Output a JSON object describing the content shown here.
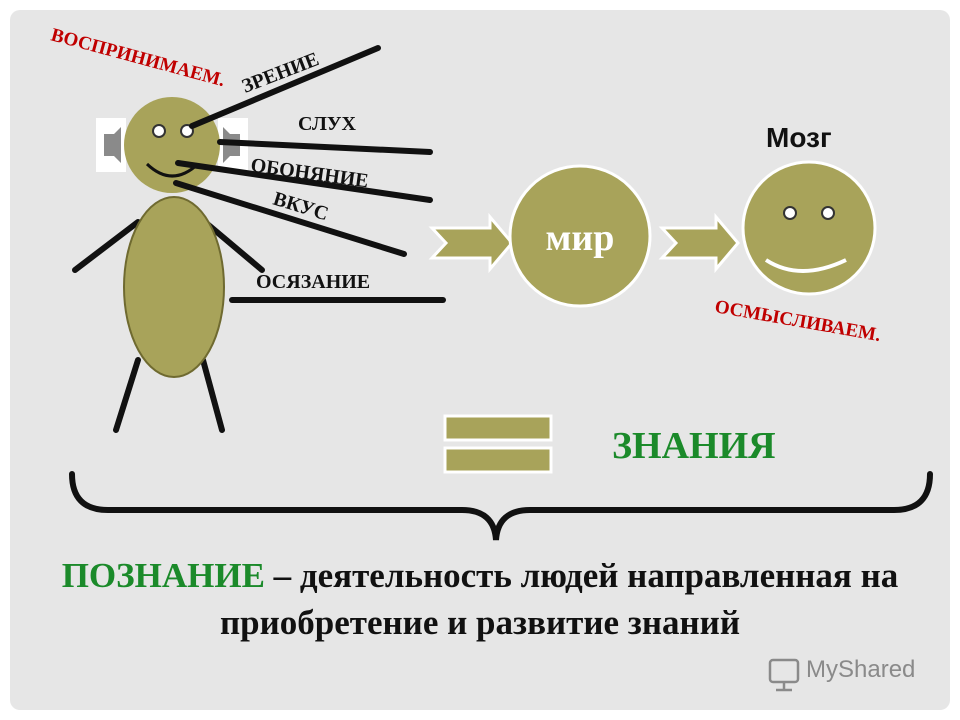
{
  "labels": {
    "perceive": "ВОСПРИНИМАЕМ.",
    "sight": "ЗРЕНИЕ",
    "hearing": "СЛУХ",
    "smell": "ОБОНЯНИЕ",
    "taste": "ВКУС",
    "touch": "ОСЯЗАНИЕ",
    "world": "мир",
    "brain": "Мозг",
    "comprehend": "ОСМЫСЛИВАЕМ.",
    "knowledge": "ЗНАНИЯ"
  },
  "definition": {
    "term": "ПОЗНАНИЕ",
    "text": " – деятельность людей направленная на приобретение и развитие знаний"
  },
  "watermark": "MyShared",
  "colors": {
    "olive": "#a8a35a",
    "red": "#c00000",
    "green": "#1b8a2a",
    "slide": "#e6e6e6"
  }
}
